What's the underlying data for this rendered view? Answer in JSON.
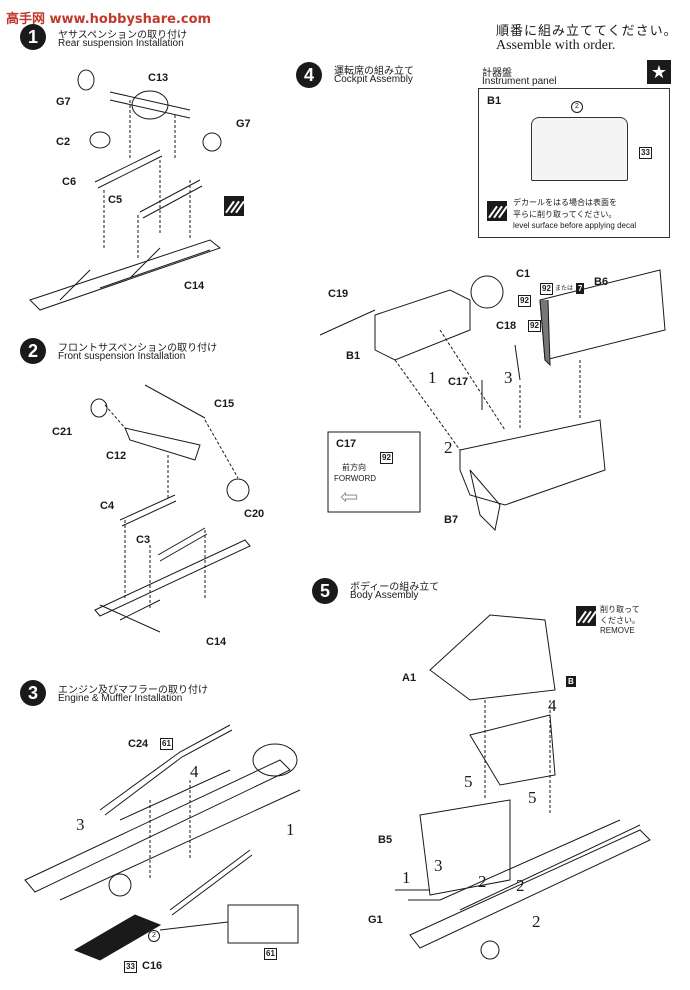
{
  "header": {
    "jp": "順番に組み立ててください。",
    "en": "Assemble with order.",
    "watermark": "高手网 www.hobbyshare.com"
  },
  "steps": [
    {
      "num": "1",
      "jp": "ヤサスペンションの取り付け",
      "en": "Rear suspension Installation"
    },
    {
      "num": "2",
      "jp": "フロントサスペンションの取り付け",
      "en": "Front suspension Installation"
    },
    {
      "num": "3",
      "jp": "エンジン及びマフラーの取り付け",
      "en": "Engine & Muffler Installation"
    },
    {
      "num": "4",
      "jp": "運転席の組み立て",
      "en": "Cockpit Assembly"
    },
    {
      "num": "5",
      "jp": "ボディーの組み立て",
      "en": "Body Assembly"
    }
  ],
  "instrument_panel": {
    "jp": "計器盤",
    "en": "Instrument panel",
    "part": "B1",
    "note_jp_1": "デカールをはる場合は表面を",
    "note_jp_2": "平らに削り取ってください。",
    "note_en": "level surface before applying decal",
    "decal_2": "2",
    "decal_33": "33"
  },
  "remove_note": {
    "jp_1": "削り取って",
    "jp_2": "ください。",
    "en": "REMOVE"
  },
  "c17_box": {
    "title": "C17",
    "jp": "前方向",
    "en": "FORWORD",
    "decal": "92"
  },
  "labels": {
    "s1": [
      "G7",
      "C13",
      "C2",
      "G7",
      "C6",
      "C5",
      "C14"
    ],
    "s2": [
      "C15",
      "C21",
      "C12",
      "C4",
      "C3",
      "C20",
      "C14"
    ],
    "s3": [
      "C24",
      "61",
      "4",
      "3",
      "1",
      "2",
      "C16",
      "33",
      "61"
    ],
    "s4": [
      "C1",
      "92",
      "B6",
      "C19",
      "C18",
      "92",
      "B1",
      "1",
      "C17",
      "3",
      "2",
      "B7"
    ],
    "s4_decal": {
      "a": "92",
      "or": "または",
      "b": "7"
    },
    "s5": [
      "A1",
      "B",
      "4",
      "5",
      "5",
      "B5",
      "3",
      "2",
      "1",
      "G1",
      "2",
      "2"
    ]
  }
}
